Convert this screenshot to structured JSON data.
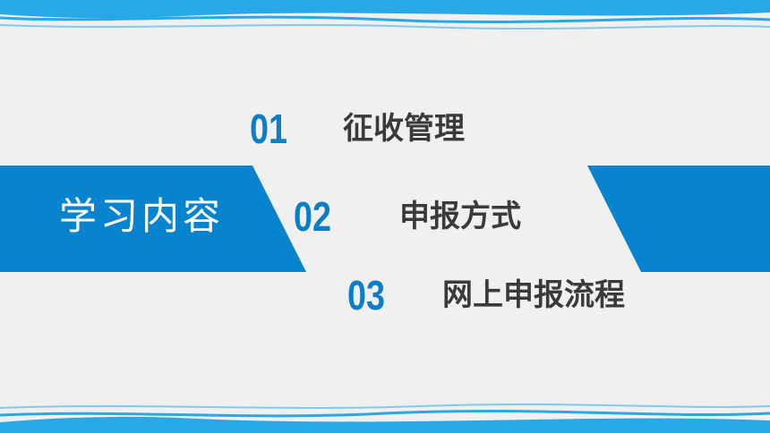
{
  "colors": {
    "accent": "#0884cf",
    "number": "#0a7fc6",
    "text": "#3a3a3a",
    "background": "#f0f0f0"
  },
  "section": {
    "title": "学习内容"
  },
  "items": [
    {
      "number": "01",
      "label": "征收管理"
    },
    {
      "number": "02",
      "label": "申报方式"
    },
    {
      "number": "03",
      "label": "网上申报流程"
    }
  ]
}
